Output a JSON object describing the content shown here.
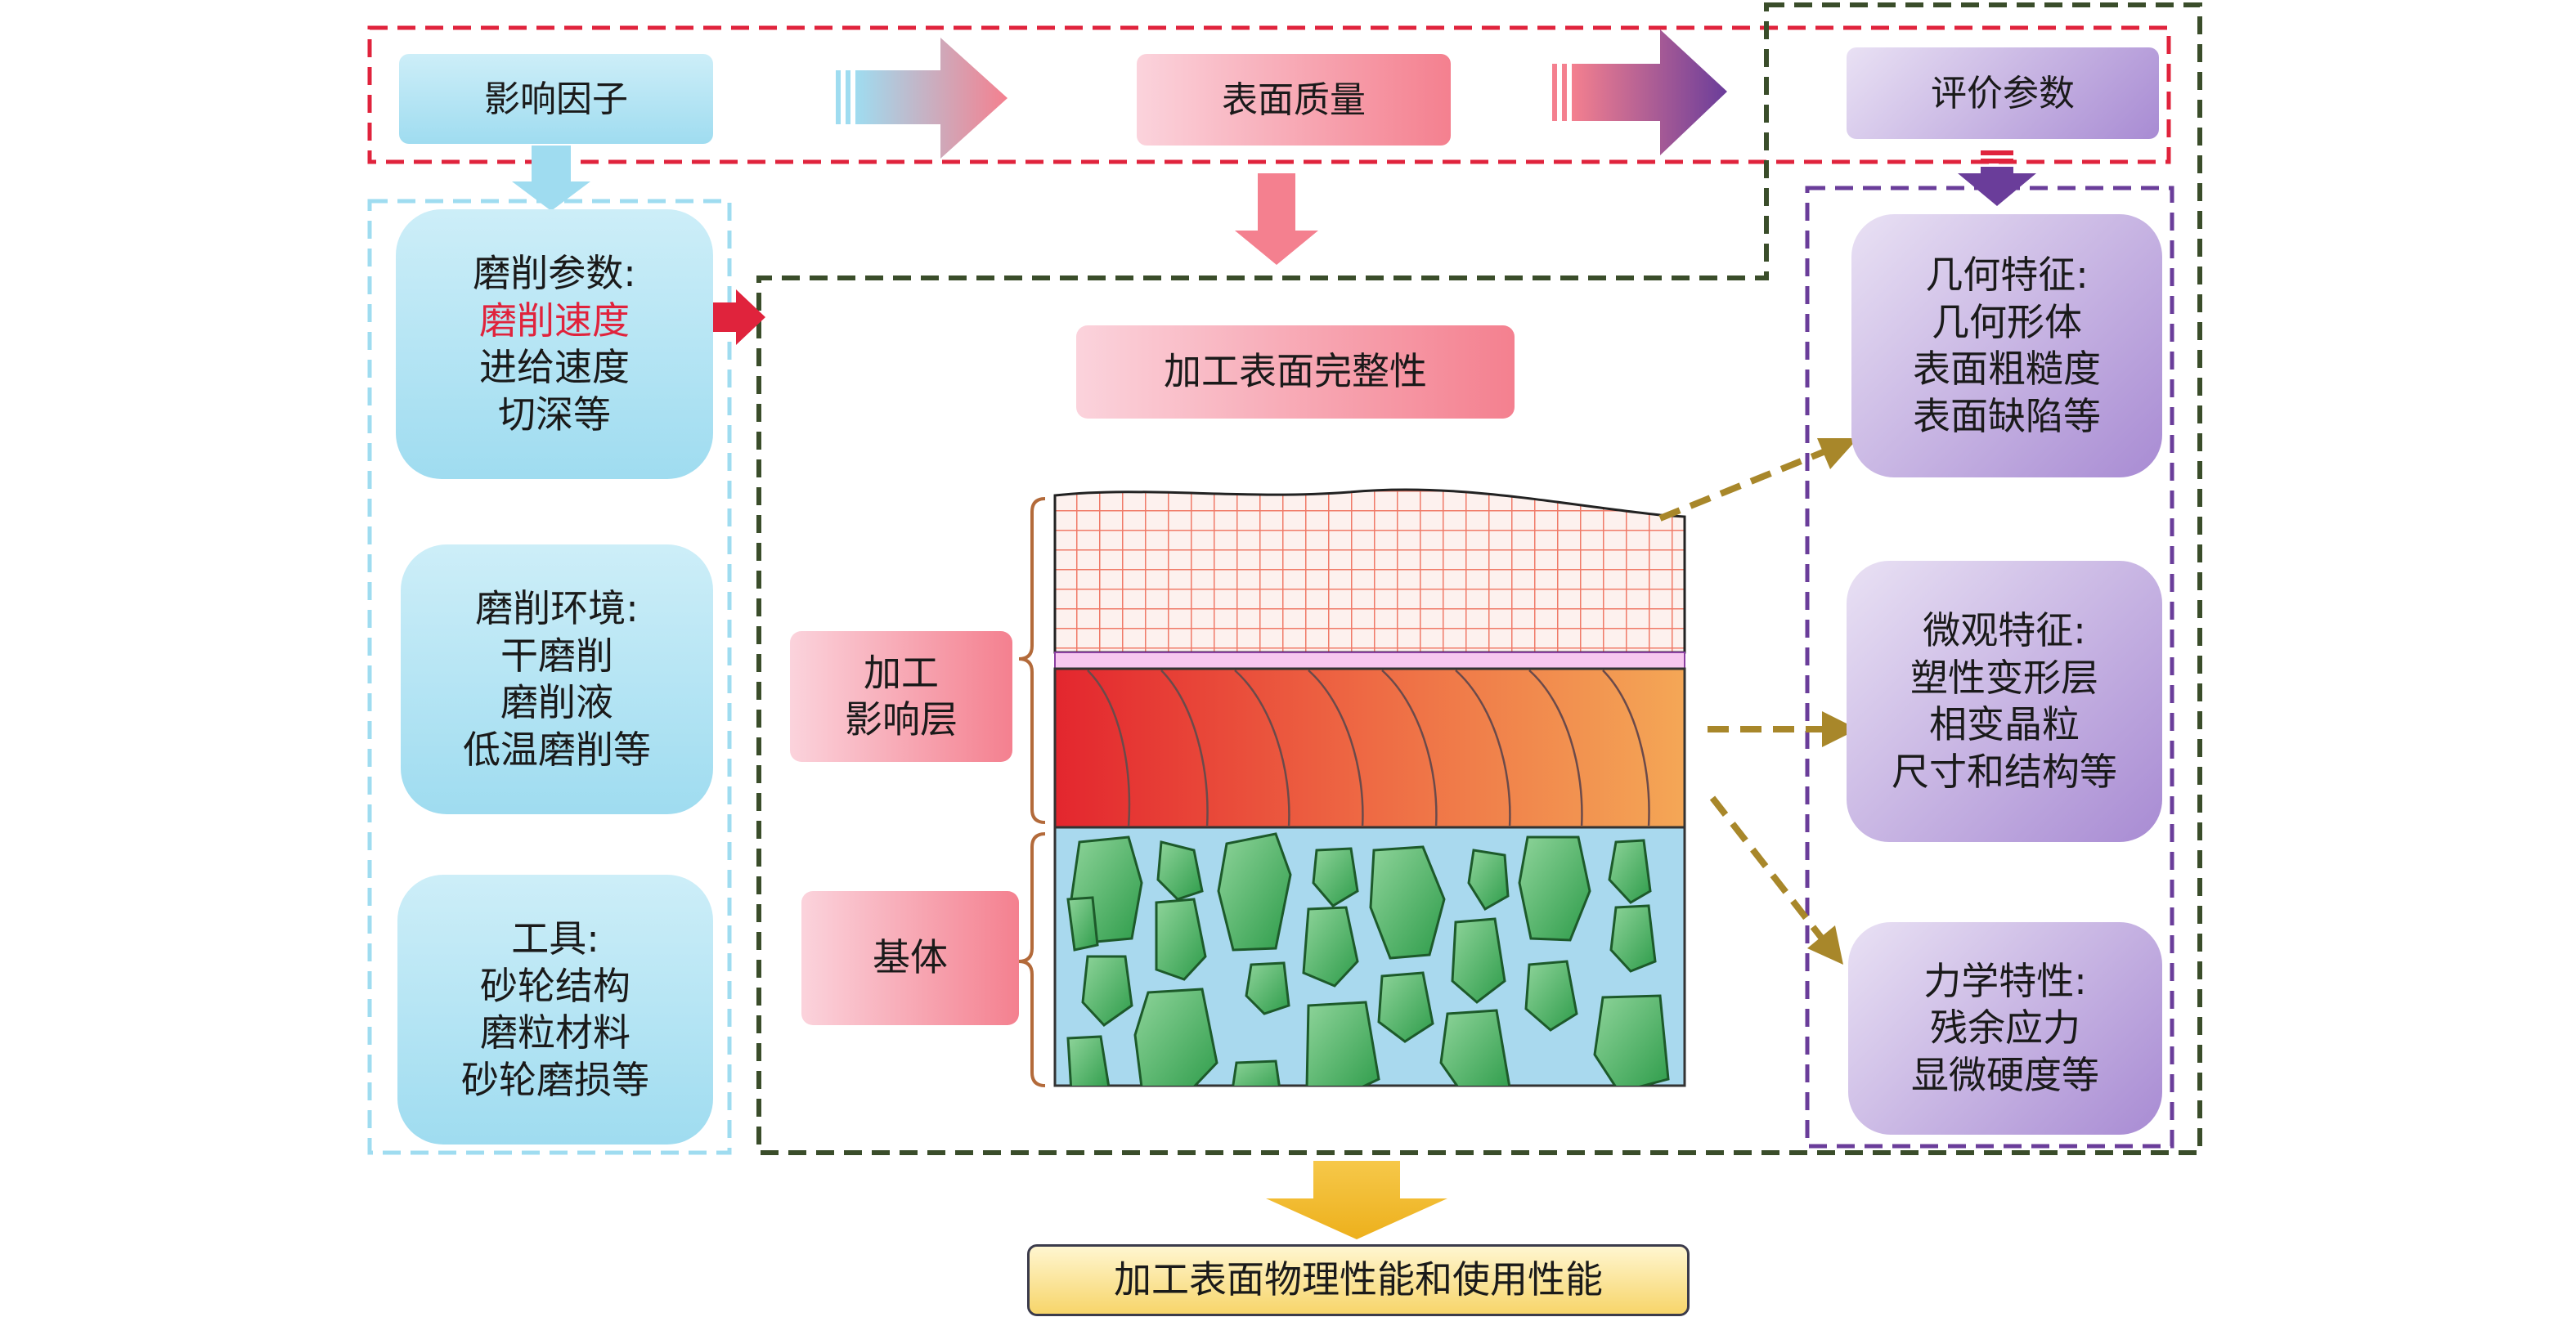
{
  "header": {
    "factors": "影响因子",
    "surface_quality": "表面质量",
    "eval_params": "评价参数"
  },
  "factors": {
    "grinding_params": {
      "title": "磨削参数:",
      "items": [
        "磨削速度",
        "进给速度",
        "切深等"
      ]
    },
    "grinding_env": {
      "title": "磨削环境:",
      "items": [
        "干磨削",
        "磨削液",
        "低温磨削等"
      ]
    },
    "tool": {
      "title": "工具:",
      "items": [
        "砂轮结构",
        "磨粒材料",
        "砂轮磨损等"
      ]
    }
  },
  "center": {
    "integrity": "加工表面完整性",
    "affected_layer": [
      "加工",
      "影响层"
    ],
    "matrix": "基体"
  },
  "params": {
    "geometric": {
      "title": "几何特征:",
      "items": [
        "几何形体",
        "表面粗糙度",
        "表面缺陷等"
      ]
    },
    "micro": {
      "title": "微观特征:",
      "items": [
        "塑性变形层",
        "相变晶粒",
        "尺寸和结构等"
      ]
    },
    "mechanical": {
      "title": "力学特性:",
      "items": [
        "残余应力",
        "显微硬度等"
      ]
    }
  },
  "final": "加工表面物理性能和使用性能",
  "colors": {
    "red_dash": "#e0233c",
    "green_dash": "#3a4d2a",
    "blue_dash": "#9fdcf0",
    "purple_dash": "#6a3d9a",
    "gold_arrow": "#a8872a"
  }
}
